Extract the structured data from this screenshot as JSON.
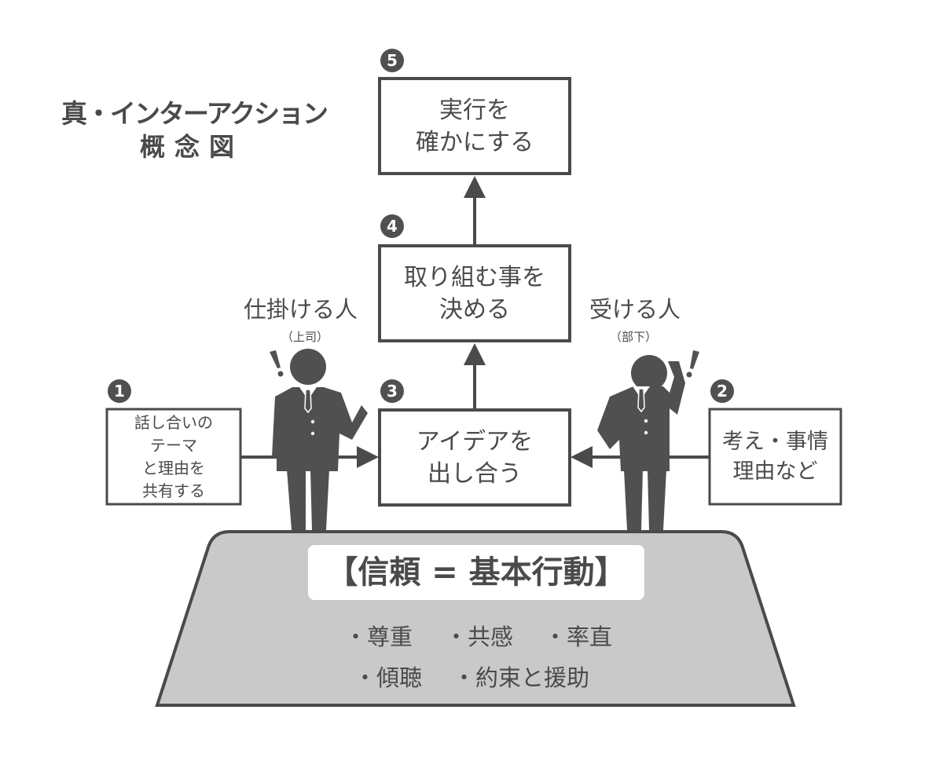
{
  "title": {
    "main": "真・インターアクション",
    "sub": "概念図"
  },
  "steps": [
    {
      "number": "1",
      "lines": [
        "話し合いの",
        "テーマ",
        "と理由を",
        "共有する"
      ]
    },
    {
      "number": "2",
      "lines": [
        "考え・事情",
        "理由など"
      ]
    },
    {
      "number": "3",
      "lines": [
        "アイデアを",
        "出し合う"
      ]
    },
    {
      "number": "4",
      "lines": [
        "取り組む事を",
        "決める"
      ]
    },
    {
      "number": "5",
      "lines": [
        "実行を",
        "確かにする"
      ]
    }
  ],
  "roles": {
    "initiator": {
      "label": "仕掛ける人",
      "sub": "（上司）"
    },
    "receiver": {
      "label": "受ける人",
      "sub": "（部下）"
    }
  },
  "base": {
    "title": "【信頼 = 基本行動】",
    "values": [
      "・尊重",
      "・共感",
      "・率直",
      "・傾聴",
      "・約束と援助"
    ]
  },
  "colors": {
    "stroke": "#4a4a4a",
    "figure": "#505050",
    "base_fill": "#c9c9c9",
    "text": "#4a4a4a"
  }
}
